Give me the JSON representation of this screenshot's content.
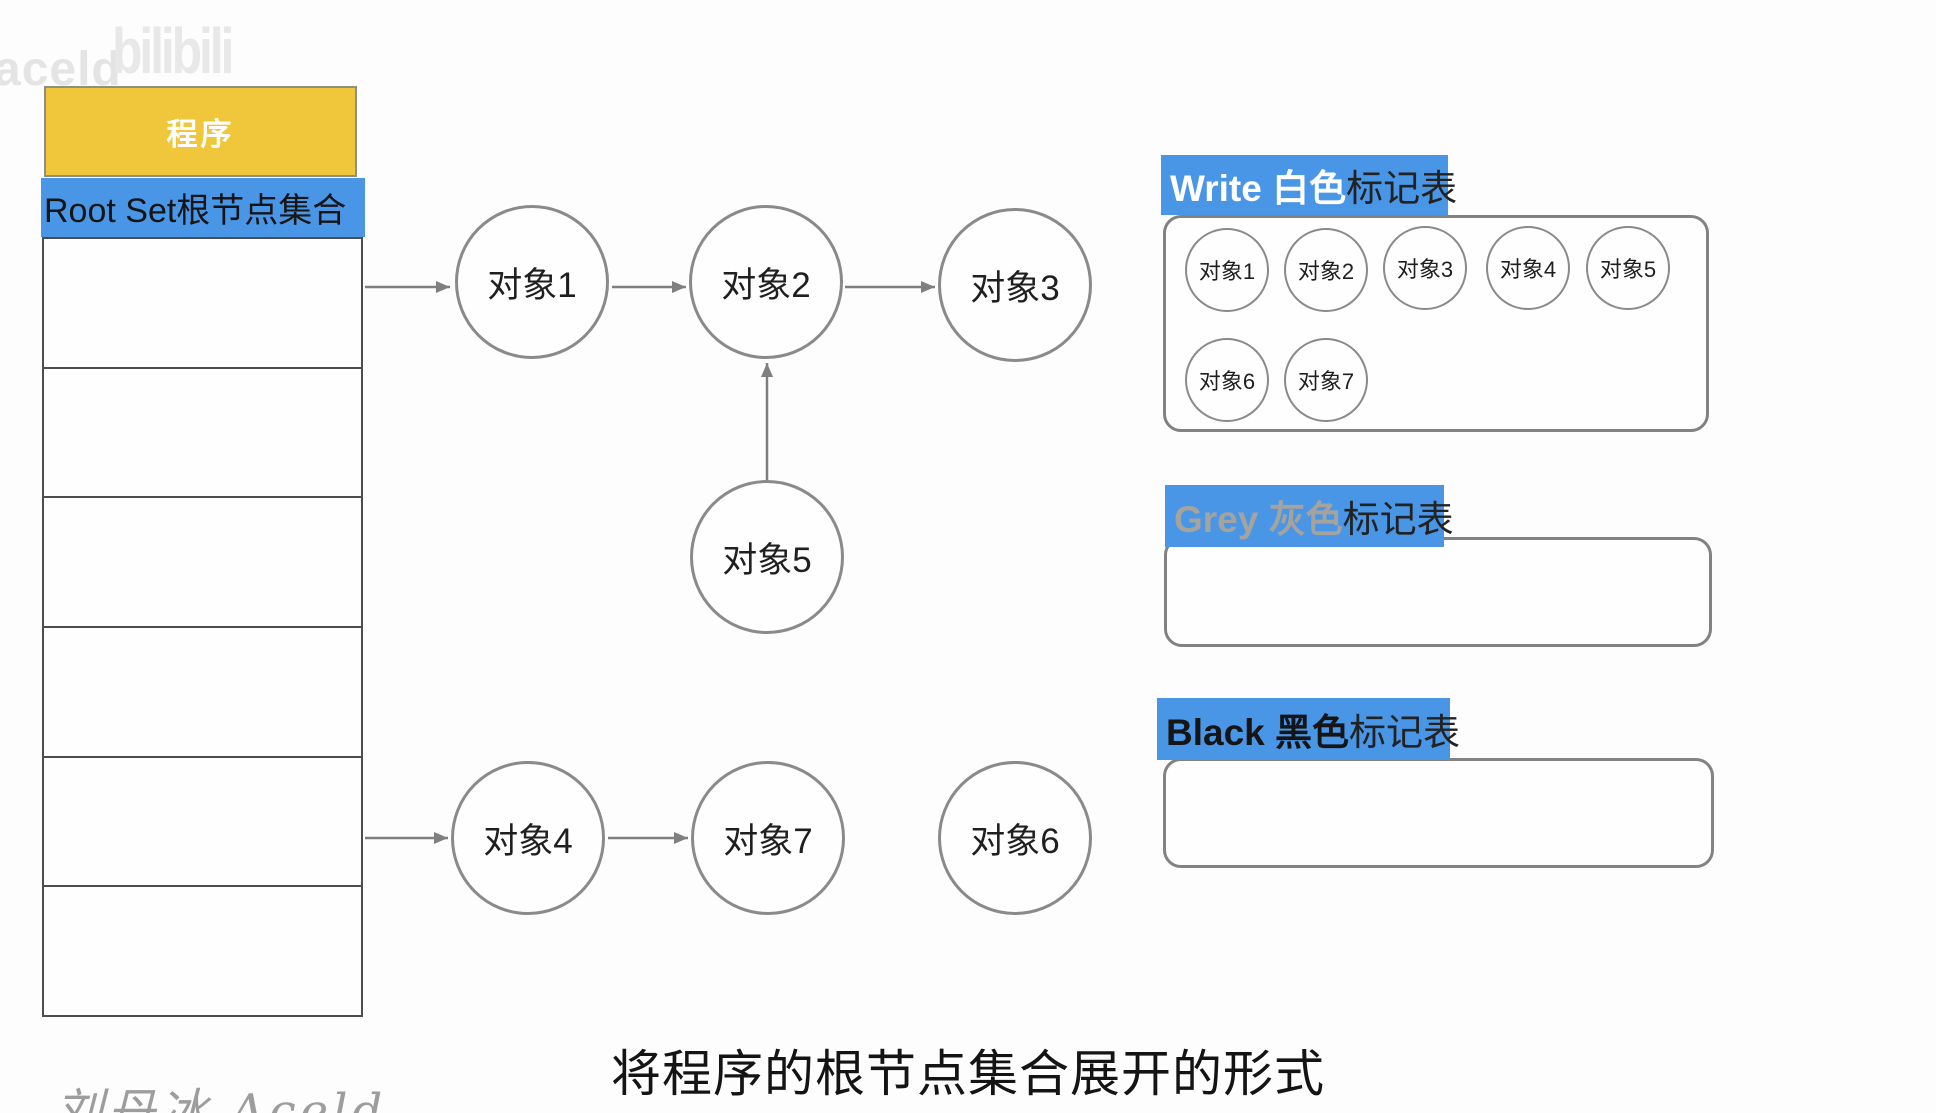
{
  "colors": {
    "label_blue": "#4A96E6",
    "header_yellow": "#F0C63A",
    "table_border": "#4D4D4D",
    "shape_stroke": "#8A8A8A",
    "arrow_gray": "#7F7F7F",
    "grey_label_text": "#A5A39E",
    "watermark_light": "#E8E8E8",
    "watermark_gray": "#9D9D9D"
  },
  "watermarks": {
    "top_left": "aceld",
    "logo": "bilibili",
    "bottom_left": "刘丹冰 Aceld"
  },
  "program_stack": {
    "header": "程序",
    "root_label": "Root Set根节点集合",
    "empty_rows": 6
  },
  "graph": {
    "nodes": [
      {
        "id": "obj1",
        "label": "对象1"
      },
      {
        "id": "obj2",
        "label": "对象2"
      },
      {
        "id": "obj3",
        "label": "对象3"
      },
      {
        "id": "obj4",
        "label": "对象4"
      },
      {
        "id": "obj5",
        "label": "对象5"
      },
      {
        "id": "obj6",
        "label": "对象6"
      },
      {
        "id": "obj7",
        "label": "对象7"
      }
    ],
    "edges": [
      {
        "from": "root-set",
        "to": "对象1"
      },
      {
        "from": "对象1",
        "to": "对象2"
      },
      {
        "from": "对象2",
        "to": "对象3"
      },
      {
        "from": "对象5",
        "to": "对象2"
      },
      {
        "from": "root-set",
        "to": "对象4"
      },
      {
        "from": "对象4",
        "to": "对象7"
      }
    ]
  },
  "mark_tables": [
    {
      "id": "white",
      "title_strong": "Write 白色",
      "title_rest": "标记表",
      "items": [
        "对象1",
        "对象2",
        "对象3",
        "对象4",
        "对象5",
        "对象6",
        "对象7"
      ]
    },
    {
      "id": "grey",
      "title_strong": "Grey 灰色",
      "title_rest": "标记表",
      "items": []
    },
    {
      "id": "black",
      "title_strong": "Black 黑色",
      "title_rest": "标记表",
      "items": []
    }
  ],
  "caption": "将程序的根节点集合展开的形式"
}
